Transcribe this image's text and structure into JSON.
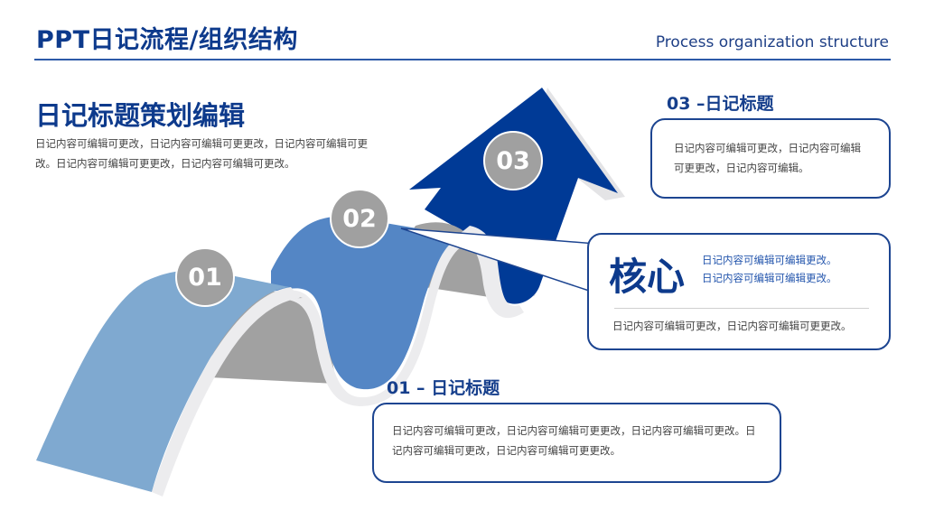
{
  "header": {
    "title": "PPT日记流程/组织结构",
    "subtitle": "Process organization structure"
  },
  "intro": {
    "heading": "日记标题策划编辑",
    "text": "日记内容可编辑可更改，日记内容可编辑可更更改，日记内容可编辑可更改。日记内容可编辑可更更改，日记内容可编辑可更改。"
  },
  "steps": [
    {
      "label": "01"
    },
    {
      "label": "02"
    },
    {
      "label": "03"
    }
  ],
  "cards": {
    "step01": {
      "title": "01 – 日记标题",
      "text": "日记内容可编辑可更改，日记内容可编辑可更更改，日记内容可编辑可更改。日记内容可编辑可更改，日记内容可编辑可更更改。"
    },
    "step03": {
      "title": "03 –日记标题",
      "text": "日记内容可编辑可更改，日记内容可编辑可更更改，日记内容可编辑。"
    },
    "core": {
      "label": "核心",
      "line1": "日记内容可编辑可编辑更改。",
      "line2": "日记内容可编辑可编辑更改。",
      "footer": "日记内容可编辑可更改，日记内容可编辑可更更改。"
    }
  },
  "colors": {
    "primary": "#0d3a8c",
    "arrow_dark": "#003a96",
    "ribbon_mid": "#5486c5",
    "ribbon_light": "#7fa9d0",
    "ribbon_gray": "#a1a1a1",
    "badge_gray": "#a0a0a0"
  }
}
